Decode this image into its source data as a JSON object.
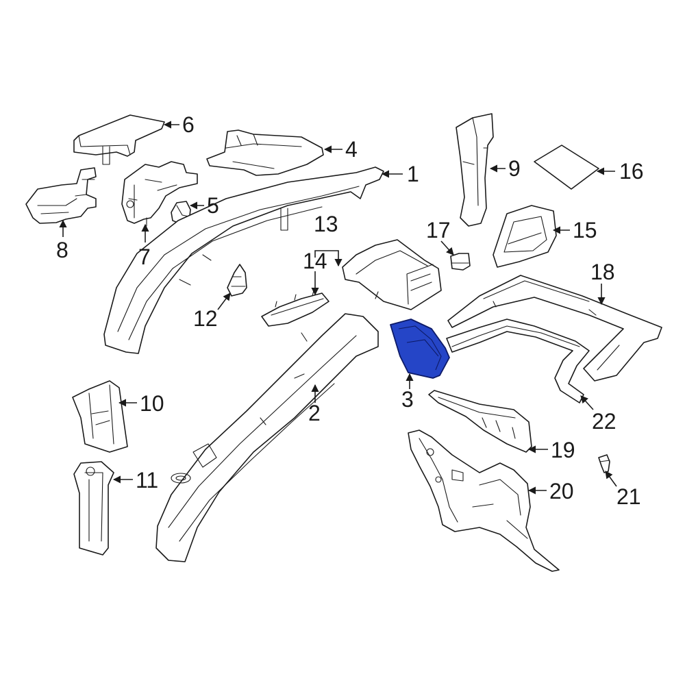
{
  "colors": {
    "line": "#1a1a1a",
    "highlight_fill": "#2545c7",
    "highlight_stroke": "#0d1a66",
    "background": "#ffffff"
  },
  "callouts": [
    {
      "id": "1",
      "label": "1"
    },
    {
      "id": "2",
      "label": "2"
    },
    {
      "id": "3",
      "label": "3",
      "highlighted": true
    },
    {
      "id": "4",
      "label": "4"
    },
    {
      "id": "5",
      "label": "5"
    },
    {
      "id": "6",
      "label": "6"
    },
    {
      "id": "7",
      "label": "7"
    },
    {
      "id": "8",
      "label": "8"
    },
    {
      "id": "9",
      "label": "9"
    },
    {
      "id": "10",
      "label": "10"
    },
    {
      "id": "11",
      "label": "11"
    },
    {
      "id": "12",
      "label": "12"
    },
    {
      "id": "13",
      "label": "13"
    },
    {
      "id": "14",
      "label": "14"
    },
    {
      "id": "15",
      "label": "15"
    },
    {
      "id": "16",
      "label": "16"
    },
    {
      "id": "17",
      "label": "17"
    },
    {
      "id": "18",
      "label": "18"
    },
    {
      "id": "19",
      "label": "19"
    },
    {
      "id": "20",
      "label": "20"
    },
    {
      "id": "21",
      "label": "21"
    },
    {
      "id": "22",
      "label": "22"
    }
  ]
}
